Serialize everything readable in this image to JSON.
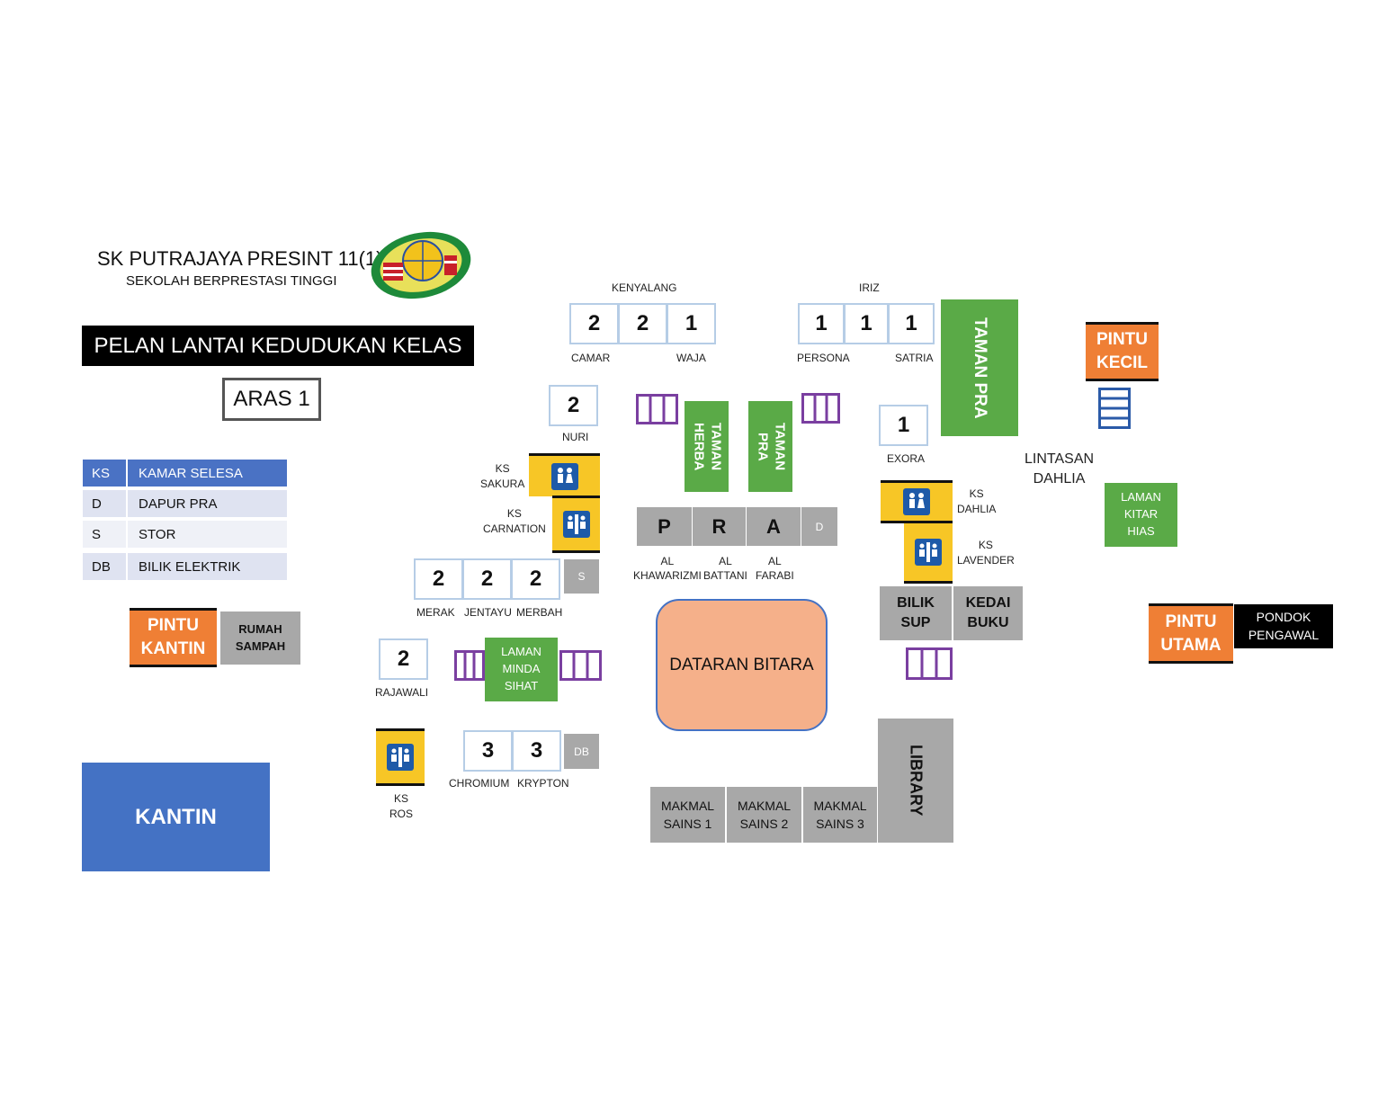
{
  "header": {
    "school_name": "SK PUTRAJAYA PRESINT 11(1)",
    "school_tagline": "SEKOLAH BERPRESTASI TINGGI",
    "plan_title": "PELAN LANTAI KEDUDUKAN KELAS",
    "level": "ARAS 1"
  },
  "legend": [
    {
      "code": "KS",
      "label": "KAMAR SELESA"
    },
    {
      "code": "D",
      "label": "DAPUR PRA"
    },
    {
      "code": "S",
      "label": "STOR"
    },
    {
      "code": "DB",
      "label": "BILIK ELEKTRIK"
    }
  ],
  "blocks": {
    "kenyalang": "KENYALANG",
    "iriz": "IRIZ"
  },
  "classrooms": {
    "camar": {
      "grade": "2",
      "name": "CAMAR"
    },
    "kenyalang": {
      "grade": "2"
    },
    "waja": {
      "grade": "1",
      "name": "WAJA"
    },
    "persona": {
      "grade": "1",
      "name": "PERSONA"
    },
    "iriz": {
      "grade": "1"
    },
    "satria": {
      "grade": "1",
      "name": "SATRIA"
    },
    "nuri": {
      "grade": "2",
      "name": "NURI"
    },
    "exora": {
      "grade": "1",
      "name": "EXORA"
    },
    "merak": {
      "grade": "2",
      "name": "MERAK"
    },
    "jentayu": {
      "grade": "2",
      "name": "JENTAYU"
    },
    "merbah": {
      "grade": "2",
      "name": "MERBAH"
    },
    "rajawali": {
      "grade": "2",
      "name": "RAJAWALI"
    },
    "chromium": {
      "grade": "3",
      "name": "CHROMIUM"
    },
    "krypton": {
      "grade": "3",
      "name": "KRYPTON"
    }
  },
  "pra": {
    "p": "P",
    "r": "R",
    "a": "A",
    "d": "D",
    "p_name": "AL\nKHAWARIZMI",
    "r_name": "AL\nBATTANI",
    "a_name": "AL\nFARABI"
  },
  "gardens": {
    "taman_herba": "TAMAN\nHERBA",
    "taman_pra_small": "TAMAN\nPRA",
    "taman_pra_large": "TAMAN PRA",
    "laman_minda_sihat": "LAMAN\nMINDA\nSIHAT",
    "laman_kitar_hias": "LAMAN\nKITAR\nHIAS"
  },
  "toilets": {
    "sakura": "KS\nSAKURA",
    "carnation": "KS\nCARNATION",
    "dahlia": "KS\nDAHLIA",
    "lavender": "KS\nLAVENDER",
    "ros": "KS\nROS"
  },
  "facilities": {
    "stor": "S",
    "db": "DB",
    "bilik_sup": "BILIK\nSUP",
    "kedai_buku": "KEDAI\nBUKU",
    "library": "LIBRARY",
    "makmal_1": "MAKMAL\nSAINS 1",
    "makmal_2": "MAKMAL\nSAINS 2",
    "makmal_3": "MAKMAL\nSAINS 3",
    "dataran": "DATARAN BITARA",
    "kantin": "KANTIN",
    "rumah_sampah": "RUMAH\nSAMPAH",
    "pondok_pengawal": "PONDOK\nPENGAWAL",
    "lintasan_dahlia": "LINTASAN\nDAHLIA"
  },
  "gates": {
    "pintu_kecil": "PINTU\nKECIL",
    "pintu_kantin": "PINTU\nKANTIN",
    "pintu_utama": "PINTU\nUTAMA"
  },
  "colors": {
    "classroom_border": "#b6cde6",
    "grey_room": "#a8a8a8",
    "garden_green": "#5aaa47",
    "gate_orange": "#ef7f35",
    "toilet_yellow": "#f7c626",
    "icon_blue": "#1e5aa8",
    "legend_header": "#4a72c4",
    "legend_rows": "#dfe3f1",
    "stairs_purple": "#7a3fa0",
    "dataran_fill": "#f5b08a",
    "kantin_fill": "#4472c4"
  },
  "icons": {
    "logo": "school-crest-logo",
    "toilet": "restroom-icon",
    "stairs": "stairs-icon"
  }
}
